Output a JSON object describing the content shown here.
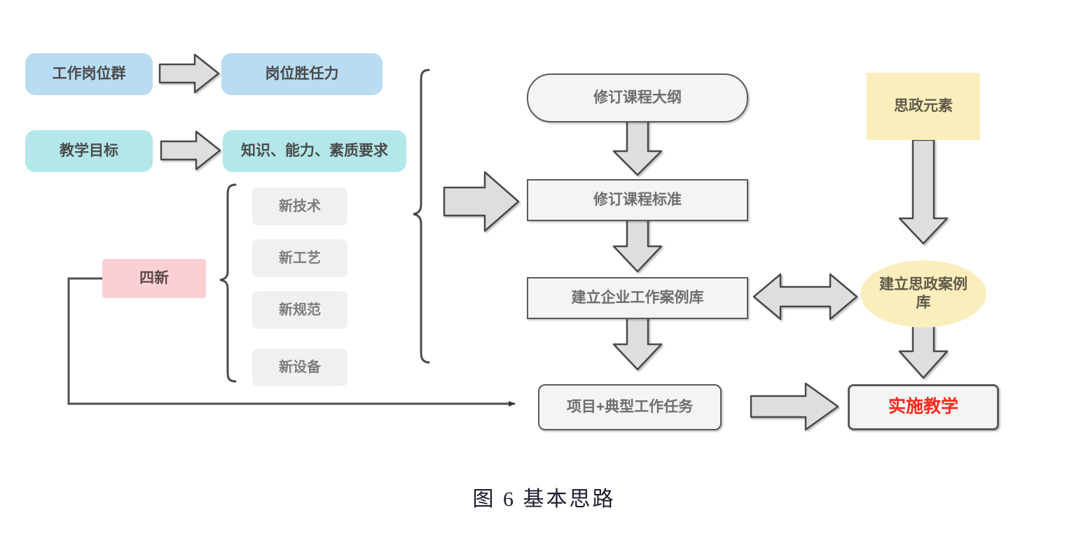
{
  "figure": {
    "caption": "图 6  基本思路",
    "palette": {
      "blue": "#b9dcf3",
      "cyan": "#b3e7ea",
      "pink": "#fbd0d5",
      "yellow": "#faeebd",
      "chip_grey": "#f0f0f0",
      "process_fill": "#f4f4f4",
      "process_stroke": "#5a5a5a",
      "arrow_fill": "#dedede",
      "arrow_stroke": "#4a4a4a",
      "accent_red": "#fb2a1e",
      "line": "#4f4f4f"
    }
  },
  "inputs": {
    "row1": {
      "source": "工作岗位群",
      "target": "岗位胜任力"
    },
    "row2": {
      "source": "教学目标",
      "target": "知识、能力、素质要求"
    }
  },
  "four_new": {
    "label": "四新",
    "items": [
      {
        "label": "新技术"
      },
      {
        "label": "新工艺"
      },
      {
        "label": "新规范"
      },
      {
        "label": "新设备"
      }
    ]
  },
  "process_chain": {
    "steps": [
      {
        "label": "修订课程大纲",
        "shape": "rounded-pill"
      },
      {
        "label": "修订课程标准",
        "shape": "rectangle"
      },
      {
        "label": "建立企业工作案例库",
        "shape": "rectangle"
      },
      {
        "label": "项目+典型工作任务",
        "shape": "soft-rectangle"
      }
    ]
  },
  "ideology_branch": {
    "source": "思政元素",
    "case_library": "建立思政案例库",
    "outcome": "实施教学"
  },
  "connectors": {
    "brace_inputs": "left-curly-brace",
    "brace_four_new": "left-curly-brace",
    "arrow_inputs_to_process": "block-arrow-right",
    "arrow_row1": "block-arrow-right",
    "arrow_row2": "block-arrow-right",
    "arrow_step1_step2": "block-arrow-down",
    "arrow_step2_step3": "block-arrow-down",
    "arrow_step3_step4": "block-arrow-down",
    "arrow_case_exchange": "block-arrow-double-horizontal",
    "arrow_ideology_down": "block-arrow-down",
    "arrow_case_to_outcome": "block-arrow-down",
    "arrow_task_to_outcome": "block-arrow-right",
    "feedback_line": "elbow-line-with-arrowhead"
  }
}
